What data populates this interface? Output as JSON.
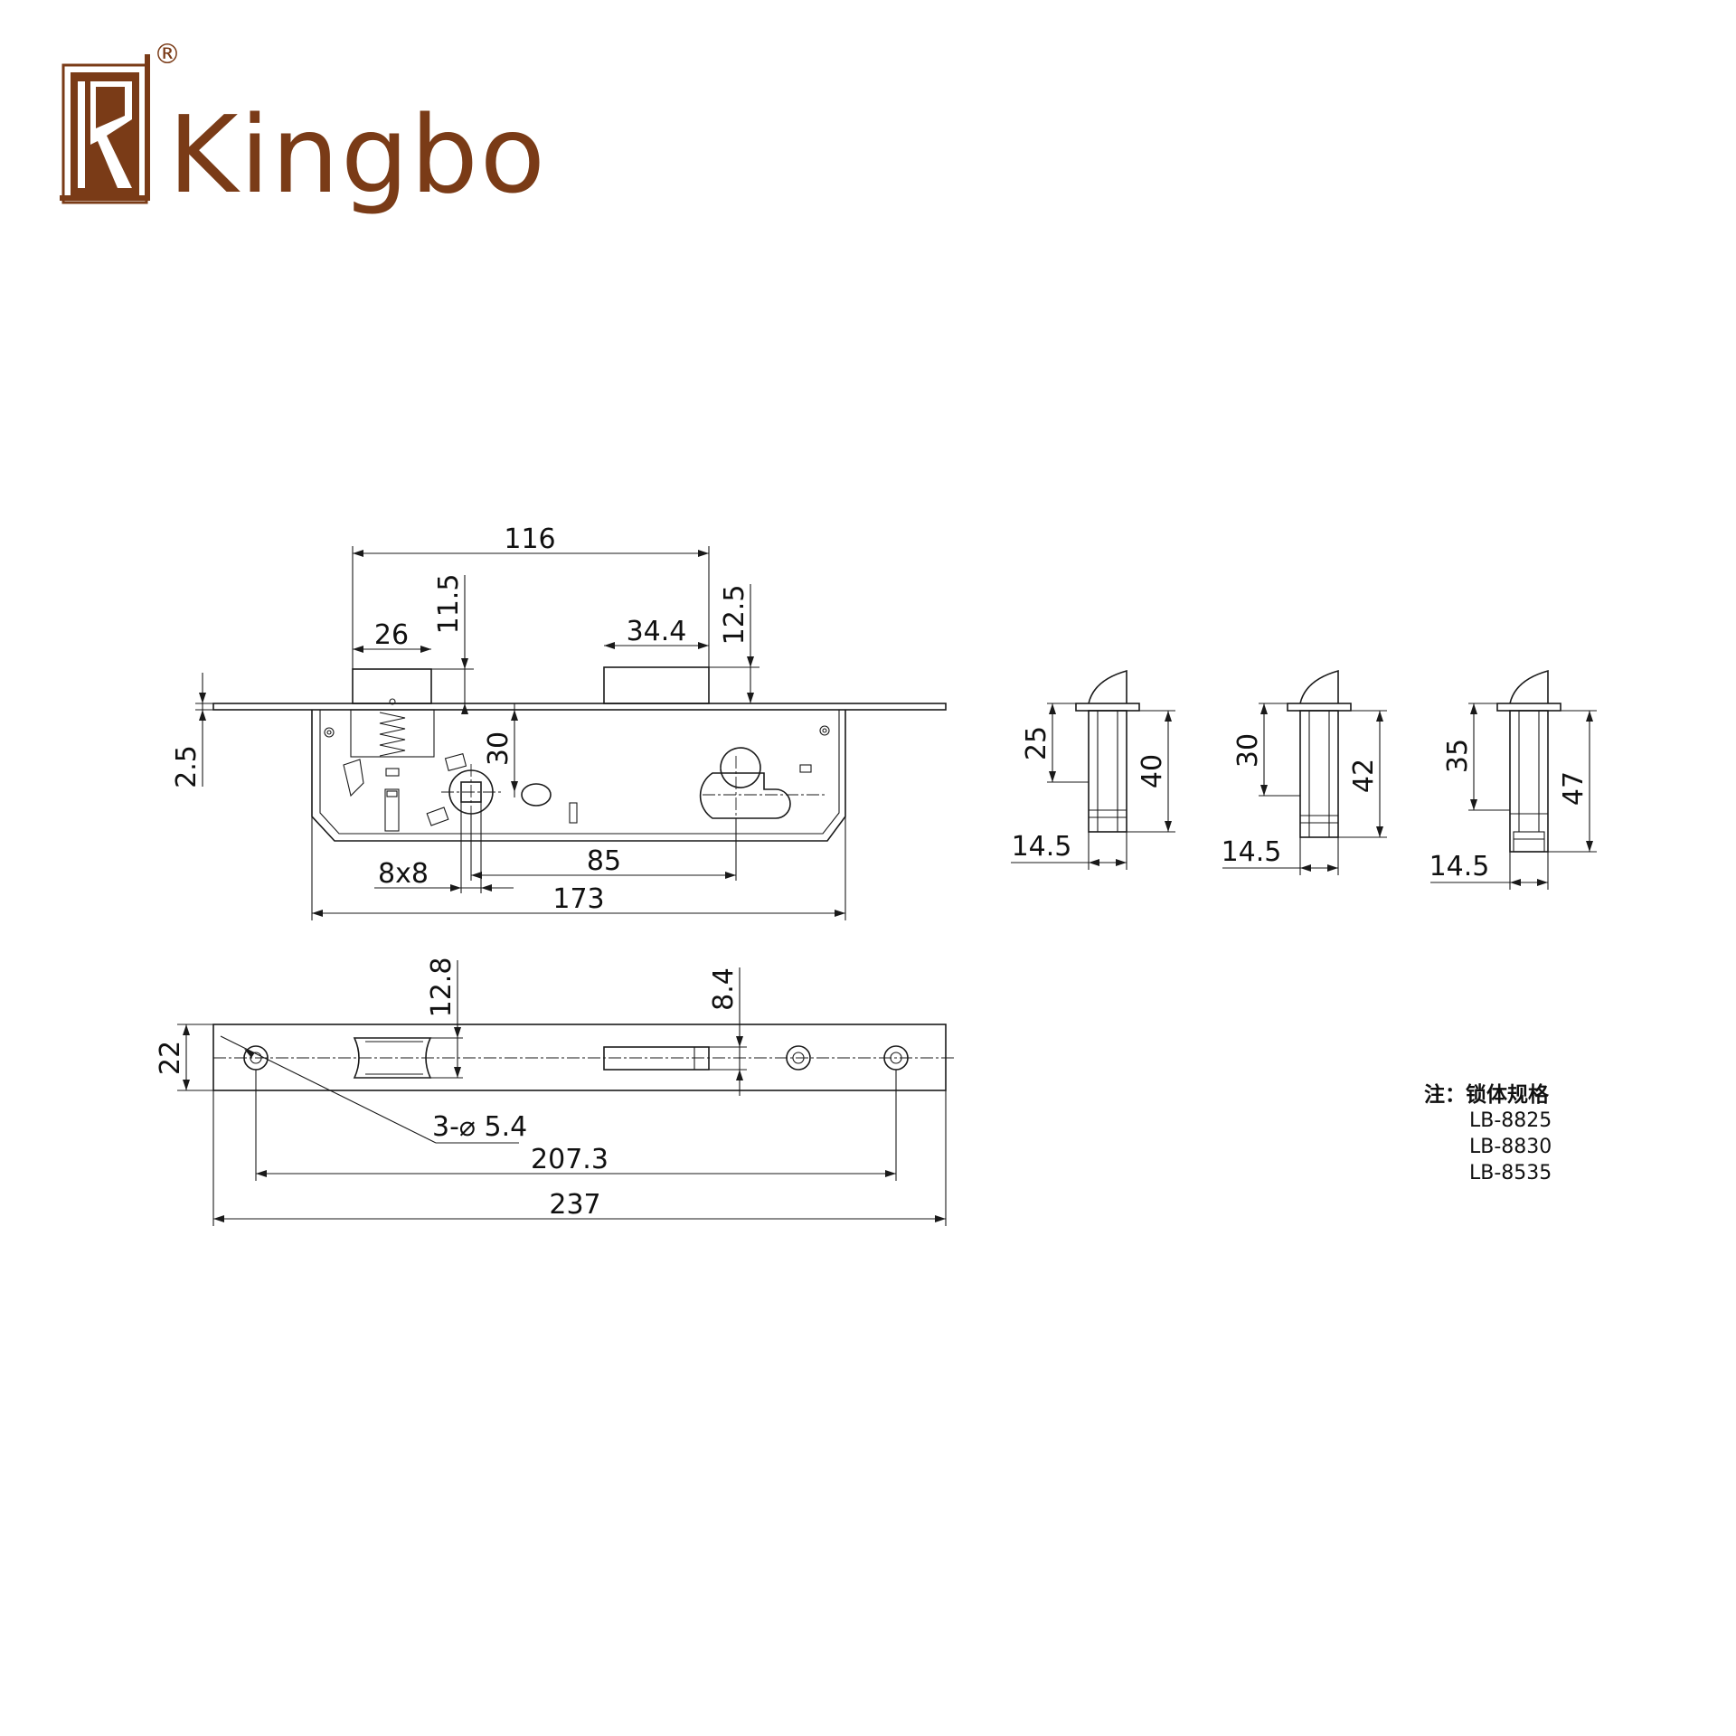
{
  "brand": {
    "name": "Kingbo",
    "registered_mark": "®",
    "color": "#7a3b17"
  },
  "front_view": {
    "dim_total_bolt_span": "116",
    "dim_latch_width": "26",
    "dim_latch_projection": "11.5",
    "dim_deadbolt_width": "34.4",
    "dim_deadbolt_projection": "12.5",
    "dim_faceplate_thickness": "2.5",
    "dim_spindle_to_cylinder": "30",
    "dim_spindle_square": "8x8",
    "dim_center_distance": "85",
    "dim_body_length": "173"
  },
  "faceplate_view": {
    "dim_latch_hole": "12.8",
    "dim_deadbolt_hole": "8.4",
    "dim_width": "22",
    "dim_holes": "3-⌀ 5.4",
    "dim_hole_span": "207.3",
    "dim_length": "237"
  },
  "bolt_variants": [
    {
      "backset": "25",
      "length": "40",
      "width": "14.5"
    },
    {
      "backset": "30",
      "length": "42",
      "width": "14.5"
    },
    {
      "backset": "35",
      "length": "47",
      "width": "14.5"
    }
  ],
  "notes": {
    "heading": "注：锁体规格",
    "models": [
      "LB-8825",
      "LB-8830",
      "LB-8535"
    ]
  }
}
